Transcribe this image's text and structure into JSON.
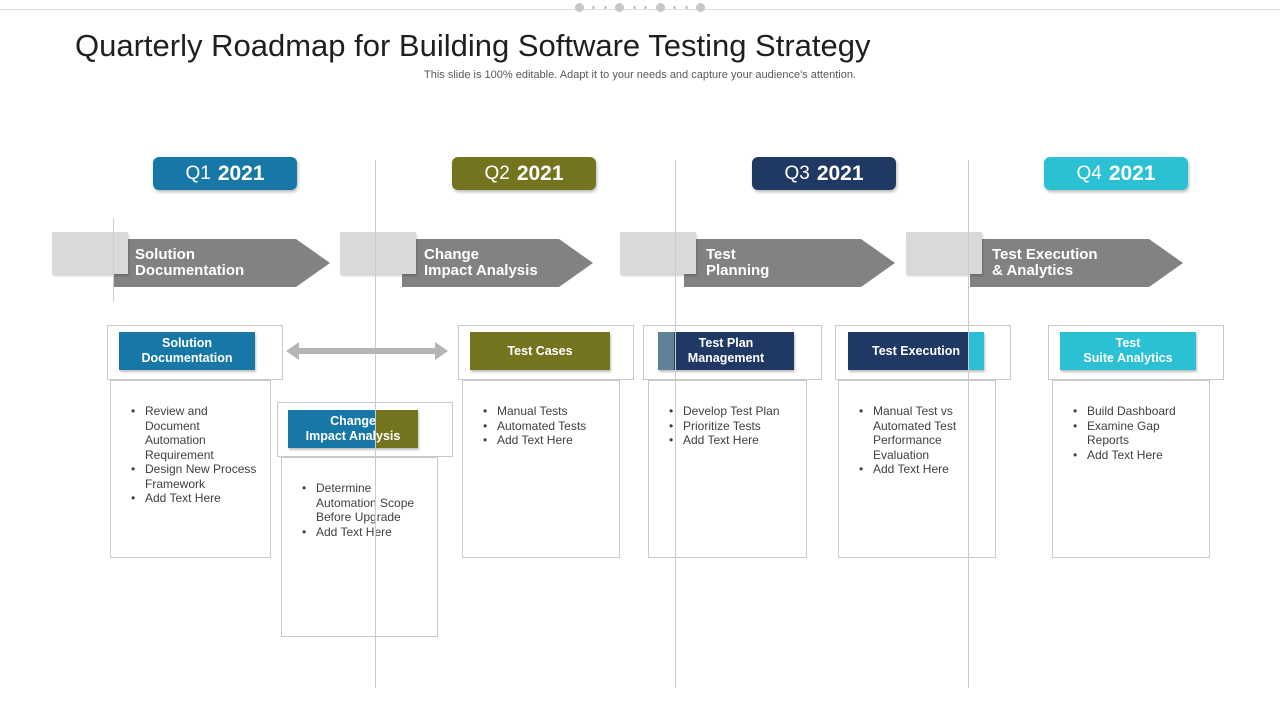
{
  "slide": {
    "title": "Quarterly Roadmap for Building Software Testing Strategy",
    "subtitle": "This slide is 100% editable. Adapt it to your needs and capture your audience's attention."
  },
  "colors": {
    "q1_blue": "#1778a8",
    "q2_olive": "#74741f",
    "q3_navy": "#1f3864",
    "q4_cyan": "#2bc0d4",
    "slate_accent": "#5f8296",
    "arrow_gray": "#828282",
    "connector_light_gray": "#d9d9d9",
    "double_arrow_gray": "#b5b5b5"
  },
  "quarters": [
    {
      "quarter": "Q1",
      "year": "2021"
    },
    {
      "quarter": "Q2",
      "year": "2021"
    },
    {
      "quarter": "Q3",
      "year": "2021"
    },
    {
      "quarter": "Q4",
      "year": "2021"
    }
  ],
  "arrows": [
    {
      "label": "Solution\nDocumentation"
    },
    {
      "label": "Change\nImpact Analysis"
    },
    {
      "label": "Test\nPlanning"
    },
    {
      "label": "Test Execution\n& Analytics"
    }
  ],
  "boxes": [
    {
      "header": "Solution\nDocumentation",
      "bullets": [
        "Review and Document Automation Requirement",
        "Design New Process Framework",
        "Add Text Here"
      ]
    },
    {
      "header": "Change\nImpact Analysis",
      "bullets": [
        "Determine Automation Scope Before Upgrade",
        "Add Text Here"
      ]
    },
    {
      "header": "Test Cases",
      "bullets": [
        "Manual Tests",
        "Automated Tests",
        "Add Text Here"
      ]
    },
    {
      "header": "Test Plan\nManagement",
      "bullets": [
        "Develop Test Plan",
        "Prioritize Tests",
        "Add Text Here"
      ]
    },
    {
      "header": "Test Execution",
      "bullets": [
        "Manual Test vs Automated Test Performance Evaluation",
        "Add Text Here"
      ]
    },
    {
      "header": "Test\nSuite Analytics",
      "bullets": [
        "Build Dashboard",
        "Examine Gap Reports",
        "Add Text Here"
      ]
    }
  ]
}
